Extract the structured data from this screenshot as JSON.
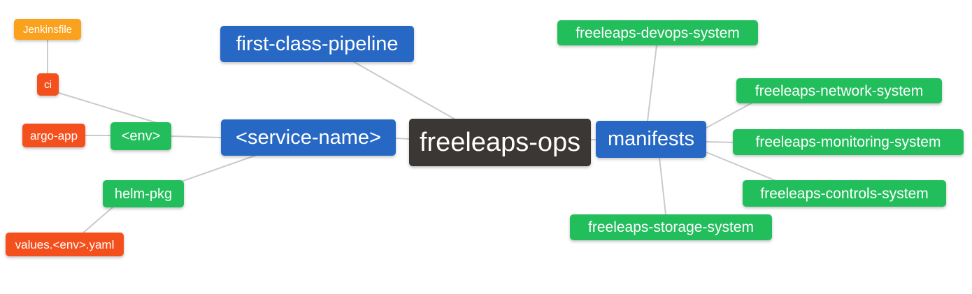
{
  "diagram": {
    "type": "mindmap",
    "root": "freeleaps-ops",
    "background": "#ffffff",
    "palette": {
      "blue": "#2868c5",
      "green": "#23be5c",
      "red": "#f4501d",
      "orange": "#faa21e",
      "dark": "#3a3734",
      "edge": "#cbcbcb",
      "text": "#ffffff"
    },
    "nodes": [
      {
        "id": "jenkinsfile",
        "label": "Jenkinsfile",
        "color": "orange",
        "parent": "ci"
      },
      {
        "id": "ci",
        "label": "ci",
        "color": "red",
        "parent": "env"
      },
      {
        "id": "argo-app",
        "label": "argo-app",
        "color": "red",
        "parent": "env"
      },
      {
        "id": "env",
        "label": "<env>",
        "color": "green",
        "parent": "service-name"
      },
      {
        "id": "helm-pkg",
        "label": "helm-pkg",
        "color": "green",
        "parent": "service-name"
      },
      {
        "id": "values-env-yaml",
        "label": "values.<env>.yaml",
        "color": "red",
        "parent": "helm-pkg"
      },
      {
        "id": "first-class-pipeline",
        "label": "first-class-pipeline",
        "color": "blue",
        "parent": "freeleaps-ops"
      },
      {
        "id": "service-name",
        "label": "<service-name>",
        "color": "blue",
        "parent": "freeleaps-ops"
      },
      {
        "id": "freeleaps-ops",
        "label": "freeleaps-ops",
        "color": "dark",
        "parent": null
      },
      {
        "id": "manifests",
        "label": "manifests",
        "color": "blue",
        "parent": "freeleaps-ops"
      },
      {
        "id": "devops-system",
        "label": "freeleaps-devops-system",
        "color": "green",
        "parent": "manifests"
      },
      {
        "id": "network-system",
        "label": "freeleaps-network-system",
        "color": "green",
        "parent": "manifests"
      },
      {
        "id": "monitoring-system",
        "label": "freeleaps-monitoring-system",
        "color": "green",
        "parent": "manifests"
      },
      {
        "id": "controls-system",
        "label": "freeleaps-controls-system",
        "color": "green",
        "parent": "manifests"
      },
      {
        "id": "storage-system",
        "label": "freeleaps-storage-system",
        "color": "green",
        "parent": "manifests"
      }
    ],
    "connections": [
      [
        "jenkinsfile",
        "ci"
      ],
      [
        "ci",
        "env"
      ],
      [
        "argo-app",
        "env"
      ],
      [
        "env",
        "service-name"
      ],
      [
        "service-name",
        "helm-pkg"
      ],
      [
        "helm-pkg",
        "values-env-yaml"
      ],
      [
        "first-class-pipeline",
        "freeleaps-ops"
      ],
      [
        "service-name",
        "freeleaps-ops"
      ],
      [
        "freeleaps-ops",
        "manifests"
      ],
      [
        "manifests",
        "devops-system"
      ],
      [
        "manifests",
        "network-system"
      ],
      [
        "manifests",
        "monitoring-system"
      ],
      [
        "manifests",
        "controls-system"
      ],
      [
        "manifests",
        "storage-system"
      ]
    ]
  }
}
